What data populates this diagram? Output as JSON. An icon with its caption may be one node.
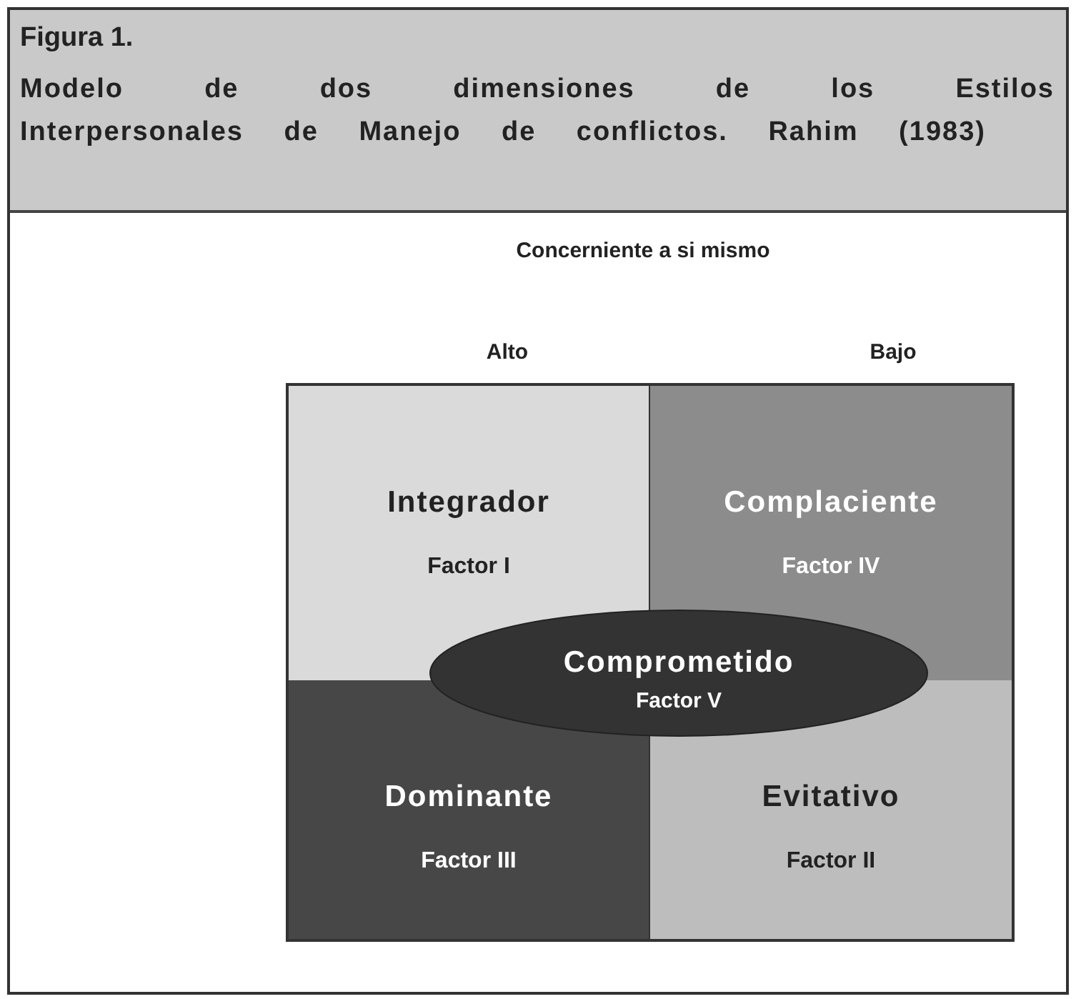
{
  "diagram": {
    "title": "Figura 1.",
    "caption": "Modelo de dos dimensiones de los Estilos Interpersonales de Manejo de conflictos. Rahim (1983)",
    "nodes": [
      {
        "text": [
          "Integrador",
          "Factor I"
        ]
      },
      {
        "text": [
          "Complaciente",
          "Factor IV"
        ]
      },
      {
        "text": [
          "Comprometido",
          "Factor V"
        ]
      },
      {
        "text": [
          "Dominante",
          "Factor III"
        ]
      },
      {
        "text": [
          "Evitativo",
          "Factor II"
        ]
      }
    ],
    "labels": [
      "Concerniente a si mismo",
      "Alto",
      "Bajo"
    ]
  }
}
